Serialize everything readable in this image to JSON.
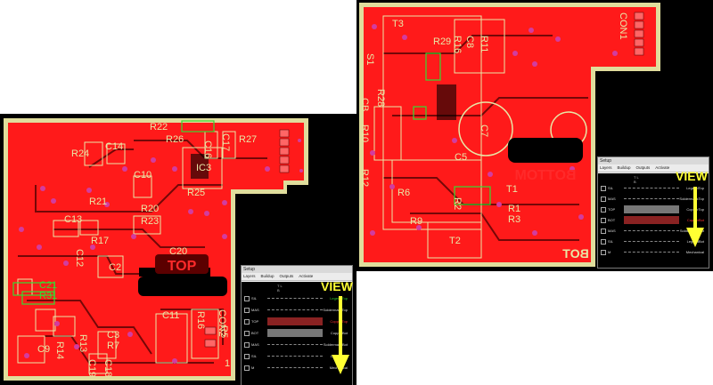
{
  "top_board": {
    "side_label": "TOP",
    "designators": [
      "R22",
      "R26",
      "C16",
      "C17",
      "R27",
      "R24",
      "C14",
      "IC3",
      "C10",
      "R25",
      "R21",
      "R20",
      "R23",
      "C13",
      "R17",
      "C20",
      "C12",
      "C2",
      "C21",
      "R31",
      "C11",
      "R16",
      "R13",
      "R14",
      "C3",
      "R7",
      "C9",
      "C19",
      "C18",
      "CON2",
      "1",
      "R5"
    ]
  },
  "bottom_board": {
    "side_label": "BOTTOM",
    "corner_label": "BOT",
    "designators": [
      "T3",
      "CON1",
      "R29",
      "R16",
      "R11",
      "C8",
      "CB",
      "R10",
      "R28",
      "R12",
      "C7",
      "R6",
      "R9",
      "R2",
      "T1",
      "R1",
      "R3",
      "T2",
      "S1",
      "C5"
    ]
  },
  "setup_window": {
    "title": "Setup",
    "menu": [
      "Layers",
      "Buildup",
      "Outputs",
      "Activate"
    ],
    "header_letters": "T L B",
    "layers": [
      {
        "abbr": "SIL",
        "name": "LegendTop",
        "color": "#33cc33"
      },
      {
        "abbr": "MAS",
        "name": "SoldermaskTop",
        "color": "#dddddd"
      },
      {
        "abbr": "TOP",
        "name": "CopperTop",
        "color": "#ff3333"
      },
      {
        "abbr": "BOT",
        "name": "CopperBot",
        "color": "#dddddd"
      },
      {
        "abbr": "MAS",
        "name": "SoldermaskBot",
        "color": "#dddddd"
      },
      {
        "abbr": "SIL",
        "name": "LegendBot",
        "color": "#dddddd"
      },
      {
        "abbr": "M",
        "name": "Mechanical",
        "color": "#dddddd"
      }
    ]
  },
  "view_label": "VIEW",
  "colors": {
    "copper": "#ff1a1a",
    "silk": "#e8e7a6",
    "outline": "#e0dd9c",
    "mask_green": "#33dd33",
    "via": "#d23ca0"
  }
}
